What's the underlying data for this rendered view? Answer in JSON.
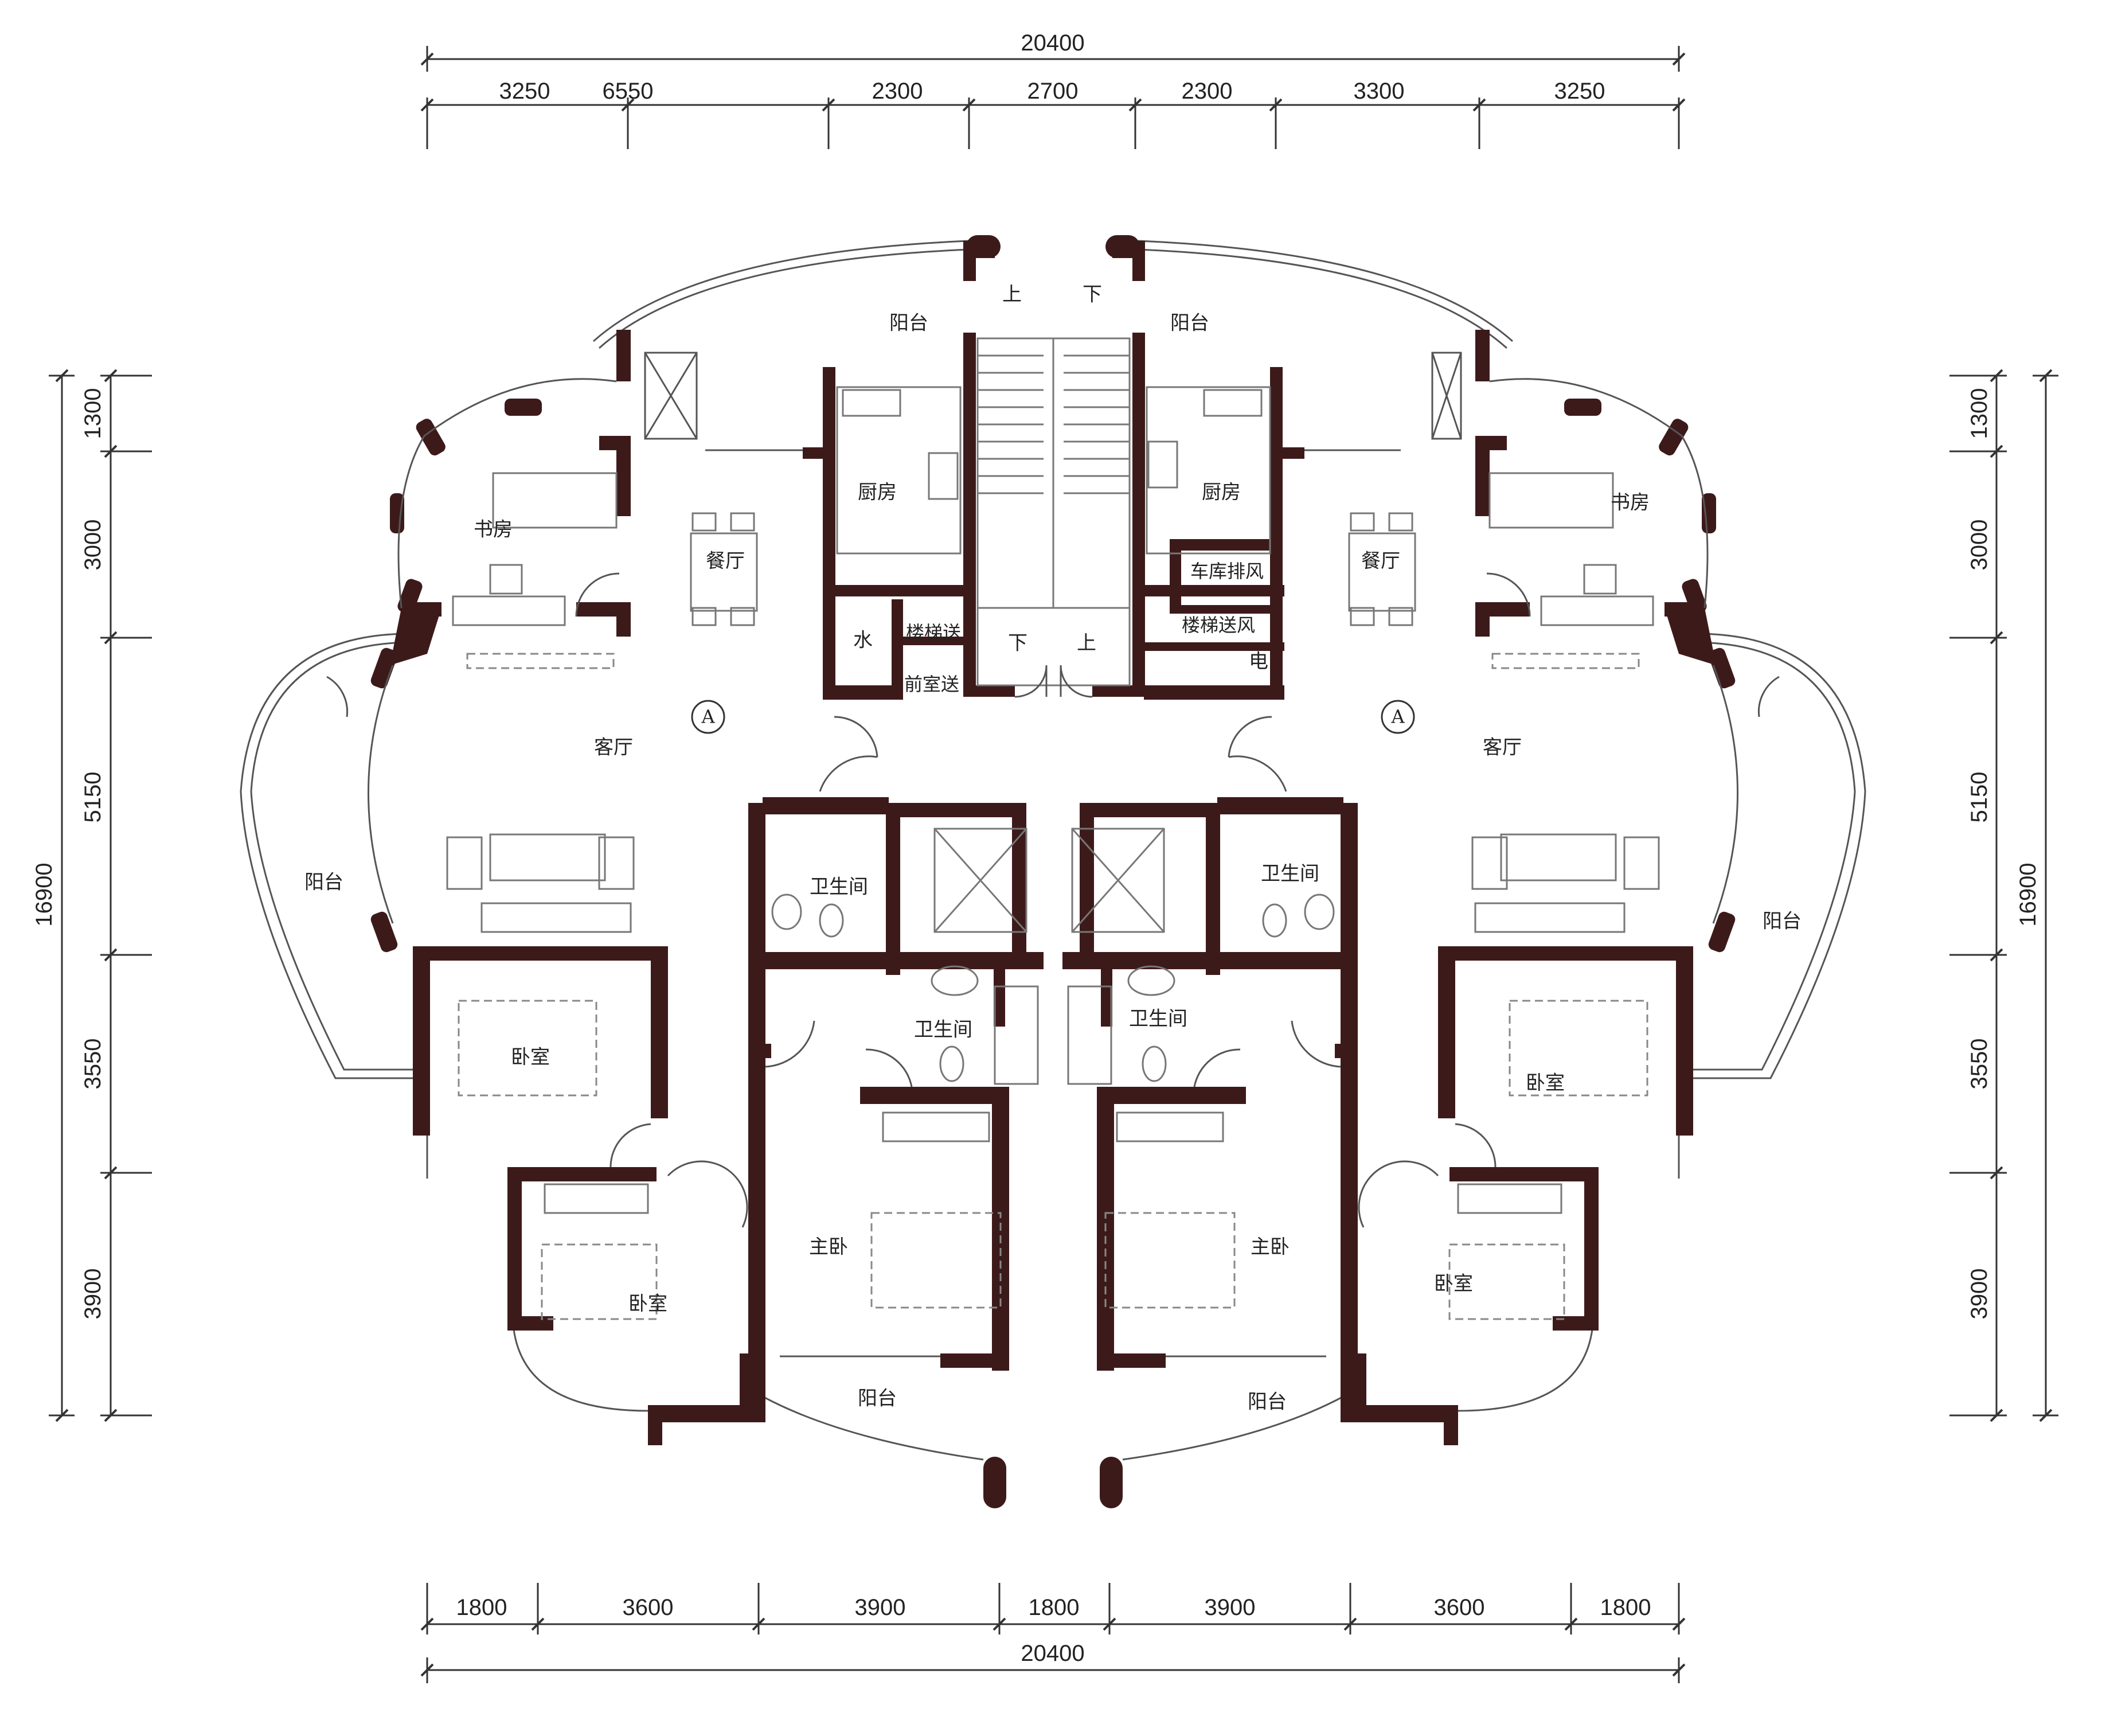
{
  "dimensions": {
    "top_total": "20400",
    "top_segments": [
      "3250",
      "6550",
      "2300",
      "2700",
      "2300",
      "3300",
      "3250"
    ],
    "bottom_total": "20400",
    "bottom_segments": [
      "1800",
      "3600",
      "3900",
      "1800",
      "3900",
      "3600",
      "1800"
    ],
    "left_total": "16900",
    "left_segments": [
      "1300",
      "3000",
      "5150",
      "3550",
      "3900"
    ],
    "right_total": "16900",
    "right_segments": [
      "1300",
      "3000",
      "5150",
      "3550",
      "3900"
    ]
  },
  "rooms": {
    "balcony": "阳台",
    "study": "书房",
    "dining": "餐厅",
    "kitchen": "厨房",
    "living": "客厅",
    "bathroom": "卫生间",
    "bedroom": "卧室",
    "master": "主卧",
    "up": "上",
    "down": "下",
    "water": "水",
    "elevator_supply": "楼梯送",
    "antechamber_supply": "前室送",
    "garage_exhaust": "车库排风",
    "stair_supply": "楼梯送风",
    "electric": "电",
    "axis_a": "A"
  },
  "colors": {
    "wall": "#3d1a1a",
    "line": "#555555"
  }
}
